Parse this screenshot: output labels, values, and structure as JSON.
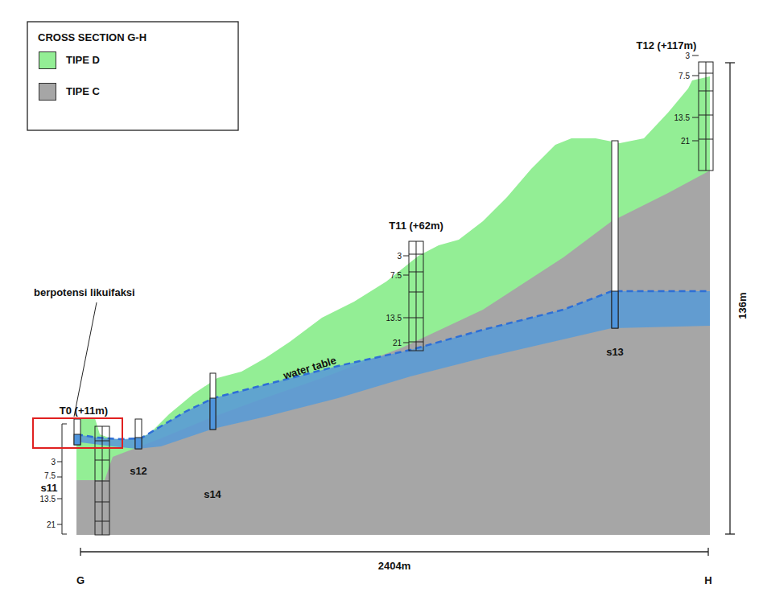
{
  "diagram": {
    "title": "CROSS SECTION G-H",
    "labels": [
      "T12 (+117m)",
      "3",
      "7.5",
      "13.5",
      "21",
      "T11 (+62m)",
      "3",
      "7.5",
      "13.5",
      "21",
      "berpotensi likuifaksi",
      "water table",
      "T0 (+11m)",
      "3",
      "7.5",
      "13.5",
      "21",
      "s11",
      "s12",
      "s14",
      "s13",
      "136m",
      "2404m",
      "G",
      "H"
    ],
    "legend": [
      {
        "text": "TIPE D",
        "color": "#93ee95"
      },
      {
        "text": "TIPE C",
        "color": "#a6a6a6"
      }
    ]
  }
}
